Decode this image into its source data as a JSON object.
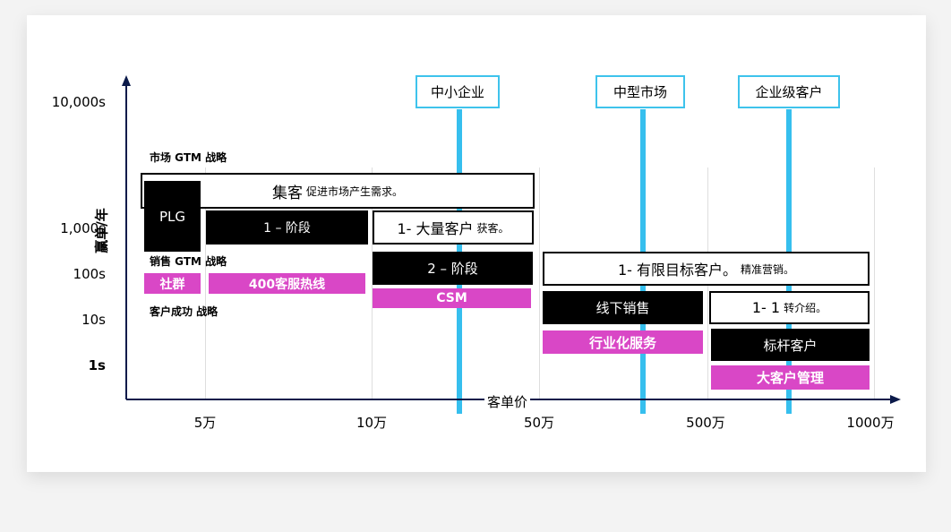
{
  "segments": {
    "smb": "中小企业",
    "mid": "中型市场",
    "enterprise": "企业级客户"
  },
  "y_axis": {
    "label": "赢单/年",
    "ticks": [
      "10,000s",
      "1,000s",
      "100s",
      "10s",
      "1s"
    ]
  },
  "x_axis": {
    "label": "客单价",
    "ticks": [
      "5万",
      "10万",
      "50万",
      "500万",
      "1000万"
    ]
  },
  "labels": {
    "market_gtm": "市场 GTM  战略",
    "sales_gtm": "销售 GTM 战略",
    "cs_gtm": "客户成功 战略"
  },
  "market": {
    "acquire_title": "集客",
    "acquire_desc": "促进市场产生需求。",
    "plg": "PLG",
    "stage1": "1 – 阶段",
    "mass_title": "1- 大量客户",
    "mass_desc": "获客。",
    "stage2": "2 – 阶段",
    "targeted_title": "1- 有限目标客户。",
    "targeted_desc": "精准营销。",
    "offline_sales": "线下销售",
    "one_to_one_title": "1- 1",
    "one_to_one_desc": "转介绍。",
    "benchmark": "标杆客户"
  },
  "services": {
    "community": "社群",
    "hotline": "400客服热线",
    "csm": "CSM",
    "industry": "行业化服务",
    "key_account": "大客户管理"
  },
  "colors": {
    "segment_line": "#36bfee",
    "service": "#d947c6",
    "axis": "#0b1a4a"
  }
}
